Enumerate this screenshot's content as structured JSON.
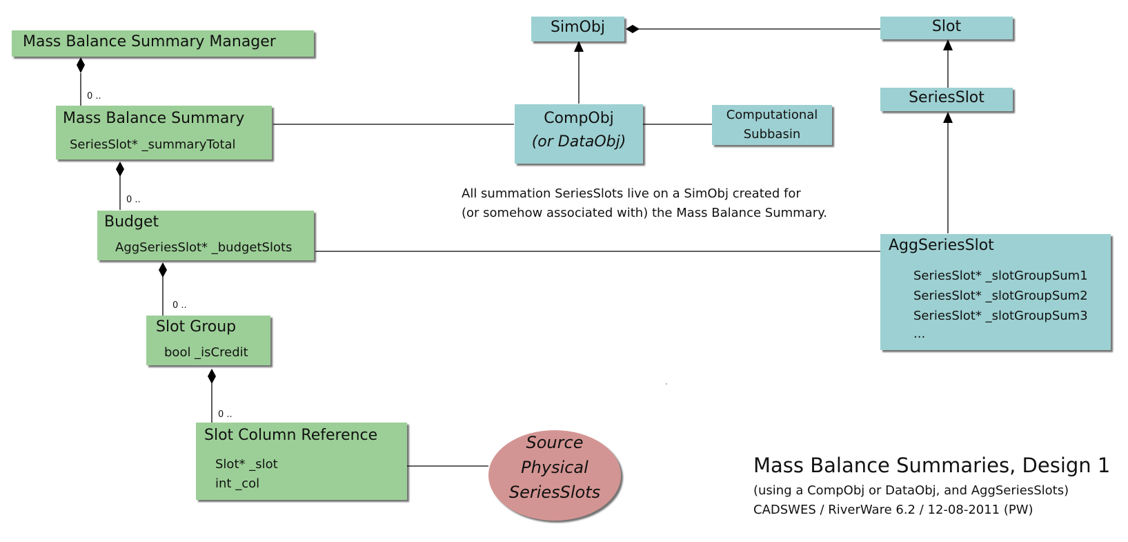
{
  "boxes": {
    "mbs_manager": {
      "title": "Mass Balance Summary Manager"
    },
    "mbs": {
      "title": "Mass Balance Summary",
      "attrs": [
        "SeriesSlot* _summaryTotal"
      ]
    },
    "budget": {
      "title": "Budget",
      "attrs": [
        "AggSeriesSlot* _budgetSlots"
      ]
    },
    "slot_group": {
      "title": "Slot Group",
      "attrs": [
        "bool _isCredit"
      ]
    },
    "slot_col_ref": {
      "title": "Slot Column Reference",
      "attrs": [
        "Slot* _slot",
        "int _col"
      ]
    },
    "simobj": {
      "title": "SimObj"
    },
    "compobj": {
      "title": "CompObj",
      "subtitle": "(or DataObj)"
    },
    "comp_subbasin": {
      "lines": [
        "Computational",
        "Subbasin"
      ]
    },
    "slot": {
      "title": "Slot"
    },
    "seriesslot": {
      "title": "SeriesSlot"
    },
    "aggseriesslot": {
      "title": "AggSeriesSlot",
      "attrs": [
        "SeriesSlot* _slotGroupSum1",
        "SeriesSlot* _slotGroupSum2",
        "SeriesSlot* _slotGroupSum3",
        "..."
      ]
    },
    "source": {
      "lines": [
        "Source",
        "Physical",
        "SeriesSlots"
      ]
    }
  },
  "multiplicities": {
    "mgr_to_mbs": "0 ..",
    "mbs_to_budget": "0 ..",
    "budget_to_group": "0 ..",
    "group_to_ref": "0 .."
  },
  "note": [
    "All summation SeriesSlots live on a SimObj  created for",
    "(or somehow associated with) the Mass Balance Summary."
  ],
  "caption": {
    "title": "Mass Balance Summaries, Design 1",
    "line1": "(using a CompObj or DataObj, and AggSeriesSlots)",
    "line2": "CADSWES / RiverWare 6.2 / 12-08-2011 (PW)"
  },
  "colors": {
    "green_box": "#9ccf97",
    "teal_box": "#9dd0d2",
    "source_ellipse": "#d39593",
    "line": "#000000"
  }
}
